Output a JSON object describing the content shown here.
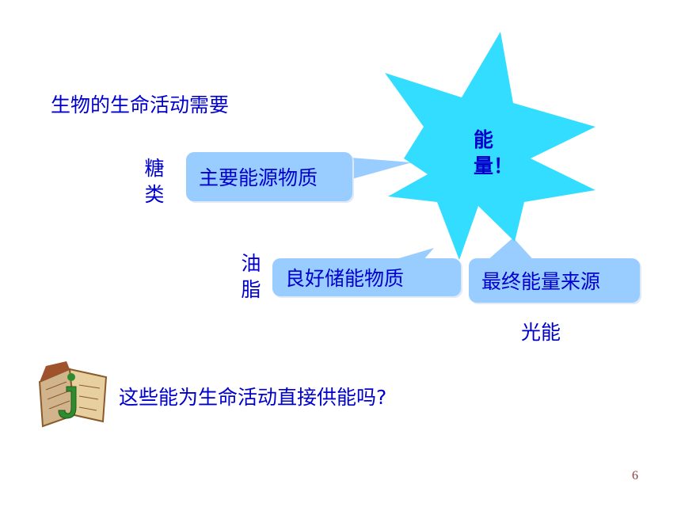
{
  "slide": {
    "title": "生物的生命活动需要",
    "burst_line1": "能",
    "burst_line2": "量！",
    "label_sugar_1": "糖",
    "label_sugar_2": "类",
    "box_sugar": "主要能源物质",
    "label_fat_1": "油",
    "label_fat_2": "脂",
    "box_fat": "良好储能物质",
    "box_source": "最终能量来源",
    "light_energy": "光能",
    "question": "这些能为生命活动直接供能吗?",
    "page_number": "6"
  },
  "icons": {
    "book": "info-book-icon",
    "burst": "starburst-shape"
  },
  "colors": {
    "text": "#0000cc",
    "burst_fill": "#33ddff",
    "box_fill": "#99ccff",
    "page_number": "#8b3a3a"
  }
}
